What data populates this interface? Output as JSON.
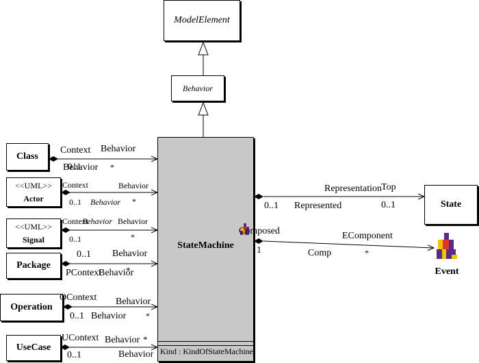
{
  "classes": {
    "model_element": "ModelElement",
    "behavior": "Behavior",
    "class": "Class",
    "actor_stereotype": "<<UML>>",
    "actor": "Actor",
    "signal_stereotype": "<<UML>>",
    "signal": "Signal",
    "package": "Package",
    "operation": "Operation",
    "usecase": "UseCase",
    "state_machine": "StateMachine",
    "state_machine_attribute": "Kind : KindOfStateMachine",
    "state": "State",
    "event": "Event"
  },
  "labels": {
    "class_context": "Context",
    "class_behavior_top": "Behavior",
    "class_behavior_bottom": "Behavior",
    "class_mult_left": "0..1",
    "class_mult_right": "*",
    "actor_context": "Context",
    "actor_behavior_top": "Behavior",
    "actor_mult_left": "0..1",
    "actor_behavior_bottom": "Behavior",
    "actor_mult_right": "*",
    "signal_context": "Context",
    "signal_behavior_italic": "Behavior",
    "signal_behavior_top": "Behavior",
    "signal_mult_left": "0..1",
    "signal_mult_right": "*",
    "package_mult_left": "0..1",
    "package_behavior_top": "Behavior",
    "package_pcontext": "PContext",
    "package_behavior_bottom": "Behavior",
    "package_mult_right": "*",
    "operation_ocontext": "OContext",
    "operation_behavior_top": "Behavior",
    "operation_mult_left": "0..1",
    "operation_behavior_bottom": "Behavior",
    "operation_mult_right": "*",
    "usecase_ucontext": "UContext",
    "usecase_behavior_top": "Behavior",
    "usecase_mult_top": "*",
    "usecase_mult_left": "0..1",
    "usecase_behavior_bottom": "Behavior",
    "state_representation": "Representation",
    "state_top": "Top",
    "state_mult_left": "0..1",
    "state_represented": "Represented",
    "state_mult_right": "0..1",
    "event_composed": "Composed",
    "event_ecomponent": "EComponent",
    "event_mult_left": "1",
    "event_comp": "Comp",
    "event_mult_right": "*"
  },
  "colors": {
    "state_machine_fill": "#c8c8c8",
    "uml_icon_purple": "#5a2a88",
    "uml_icon_yellow": "#f2c200",
    "uml_icon_red": "#e0352b"
  },
  "icons": [
    "uml-logo-icon"
  ]
}
